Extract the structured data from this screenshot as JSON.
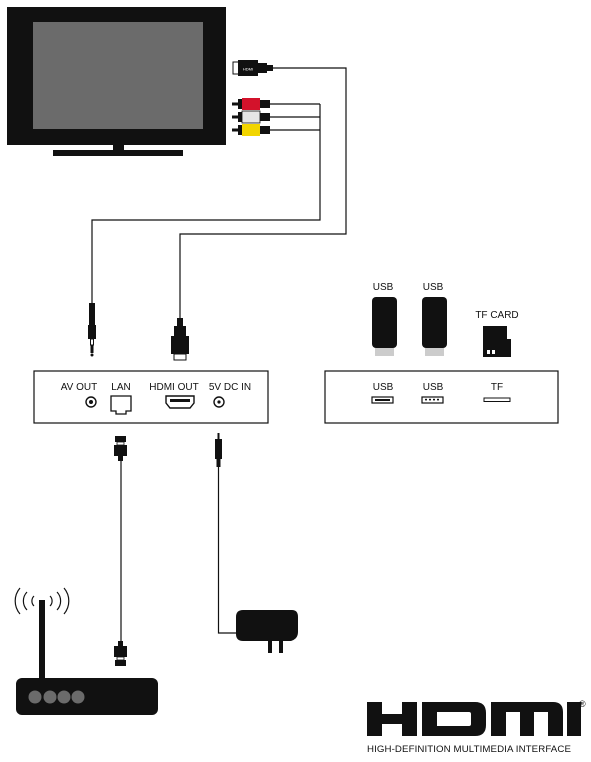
{
  "panels": {
    "left_ports": {
      "av_out": "AV OUT",
      "lan": "LAN",
      "hdmi_out": "HDMI OUT",
      "dc_in": "5V DC IN"
    },
    "right_ports": {
      "usb1": "USB",
      "usb2": "USB",
      "tf": "TF"
    }
  },
  "devices": {
    "usb_stick_1": "USB",
    "usb_stick_2": "USB",
    "tf_card": "TF CARD",
    "hdmi_plug_badge": "HDMI"
  },
  "logo": {
    "wordmark": "HDMI",
    "registered": "®",
    "tagline": "HIGH-DEFINITION MULTIMEDIA INTERFACE"
  },
  "colors": {
    "ink": "#111111",
    "tv_screen": "#6b6b6b",
    "rca_red": "#d3122b",
    "rca_white": "#e6e6e6",
    "rca_yellow": "#f2d500",
    "usb_body": "#111111",
    "usb_connector": "#cccccc"
  }
}
